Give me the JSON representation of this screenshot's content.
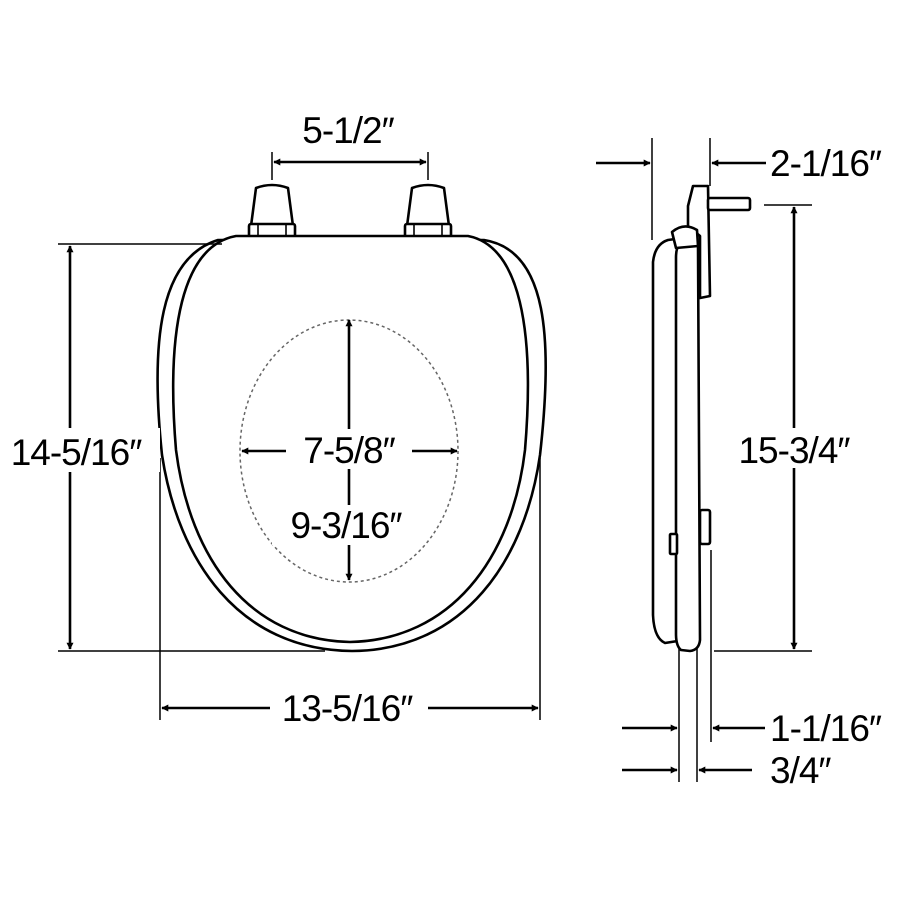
{
  "diagram": {
    "front_view": {
      "hinge_spacing": "5-1/2″",
      "overall_length": "14-5/16″",
      "overall_width": "13-5/16″",
      "opening_width": "7-5/8″",
      "opening_length": "9-3/16″"
    },
    "side_view": {
      "hinge_depth": "2-1/16″",
      "total_length": "15-3/4″",
      "closed_thickness": "1-1/16″",
      "seat_thickness": "3/4″"
    }
  }
}
